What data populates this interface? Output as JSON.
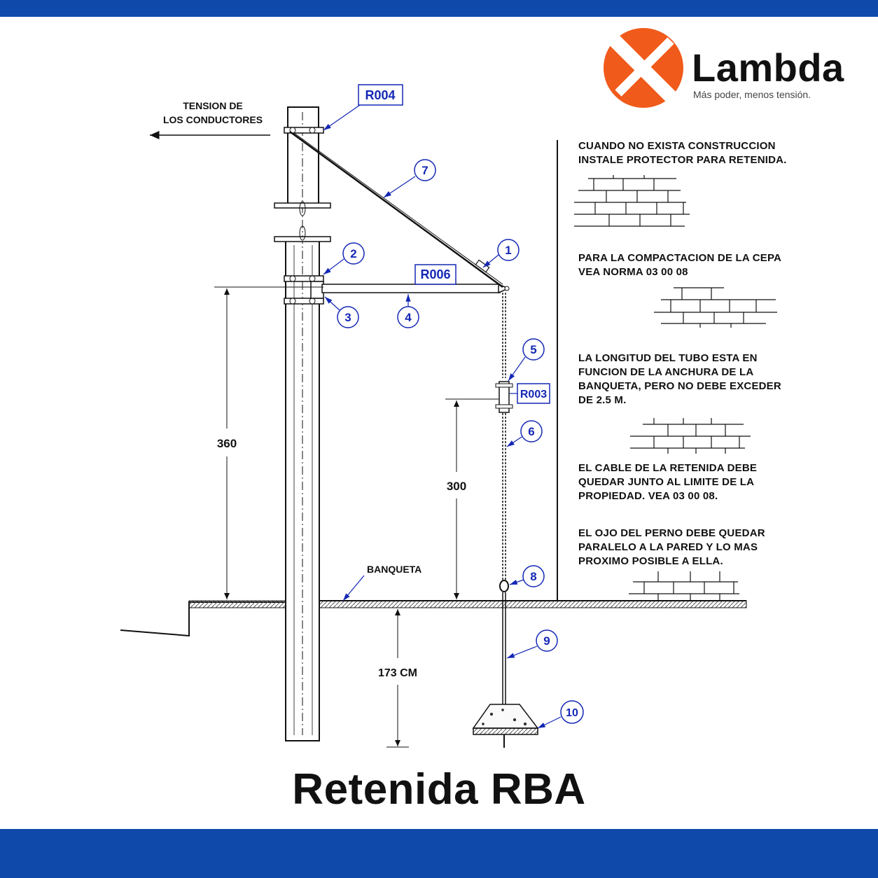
{
  "brand": {
    "name": "Lambda",
    "tagline": "Más poder, menos tensión.",
    "logo_color": "#f05a1a",
    "band_color": "#0f4aaa"
  },
  "title": "Retenida RBA",
  "diagram": {
    "tension_label_line1": "TENSION DE",
    "tension_label_line2": "LOS CONDUCTORES",
    "ref_r004": "R004",
    "ref_r006": "R006",
    "ref_r003": "R003",
    "dim_360": "360",
    "dim_300": "300",
    "dim_173": "173 CM",
    "banqueta_label": "BANQUETA",
    "callouts": [
      "1",
      "2",
      "3",
      "4",
      "5",
      "6",
      "7",
      "8",
      "9",
      "10"
    ],
    "line_color": "#111111",
    "callout_color": "#1428b4"
  },
  "notes": [
    "CUANDO NO EXISTA CONSTRUCCION\nINSTALE PROTECTOR PARA RETENIDA.",
    "PARA LA COMPACTACION DE LA CEPA\nVEA NORMA 03 00 08",
    "LA LONGITUD DEL TUBO ESTA EN\nFUNCION DE LA ANCHURA DE LA\nBANQUETA, PERO NO DEBE EXCEDER\nDE 2.5 M.",
    "EL CABLE DE LA RETENIDA DEBE\nQUEDAR JUNTO AL LIMITE DE LA\nPROPIEDAD. VEA 03 00 08.",
    "EL OJO DEL PERNO DEBE QUEDAR\nPARALELO A LA PARED Y LO MAS\nPROXIMO POSIBLE A ELLA."
  ]
}
